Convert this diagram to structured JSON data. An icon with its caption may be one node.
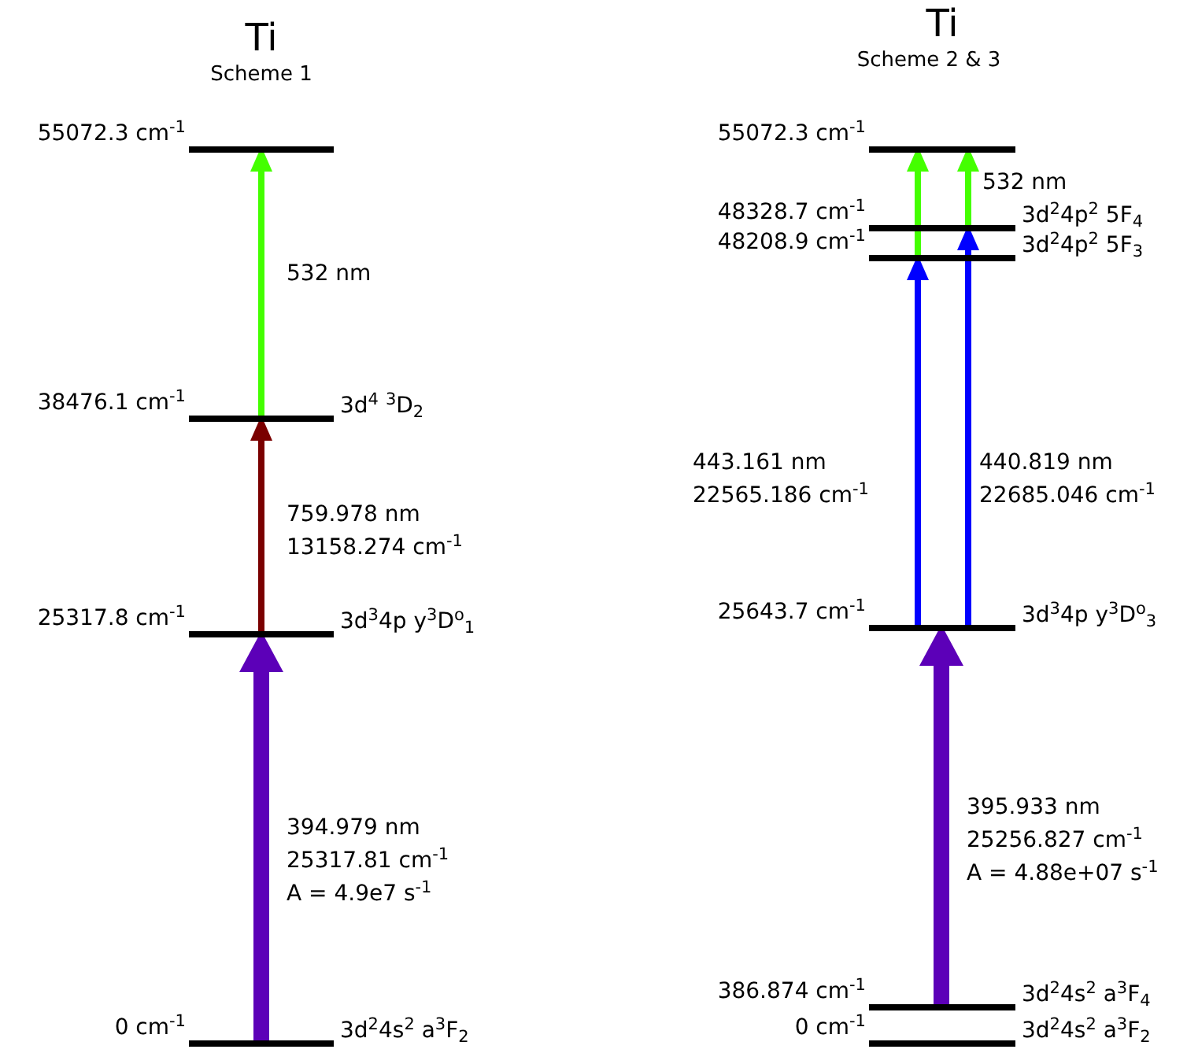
{
  "diagram": {
    "nodes": [
      {
        "text": [
          "55072.3 cm$^{-1}$"
        ]
      },
      {
        "text": [
          "38476.1 cm$^{-1}$",
          "3d$^{4}$ $^{3}$D$_{2}$"
        ]
      },
      {
        "text": [
          "25317.8 cm$^{-1}$",
          "3d$^{3}$4p y$^{3}$D$^{o}$$_{1}$"
        ]
      },
      {
        "text": [
          "0 cm$^{-1}$",
          "3d$^{2}$4s$^{2}$ a$^{3}$F$_{2}$"
        ]
      },
      {
        "text": [
          "55072.3 cm$^{-1}$"
        ]
      },
      {
        "text": [
          "48328.7 cm$^{-1}$",
          "3d$^{2}$4p$^{2}$ 5F$_{4}$"
        ]
      },
      {
        "text": [
          "48208.9 cm$^{-1}$",
          "3d$^{2}$4p$^{2}$ 5F$_{3}$"
        ]
      },
      {
        "text": [
          "25643.7 cm$^{-1}$",
          "3d$^{3}$4p y$^{3}$D$^{o}$$_{3}$"
        ]
      },
      {
        "text": [
          "386.874 cm$^{-1}$",
          "3d$^{2}$4s$^{2}$ a$^{3}$F$_{4}$"
        ]
      },
      {
        "text": [
          "0 cm$^{-1}$",
          "3d$^{2}$4s$^{2}$ a$^{3}$F$_{2}$"
        ]
      }
    ],
    "edges": [
      {
        "from": 3,
        "to": 2,
        "arrow": "to",
        "style": "thick",
        "color": "#5c00b8",
        "label": "394.979 nm 25317.81 cm$^{-1}$ A = 4.9e7 s$^{-1}$"
      },
      {
        "from": 2,
        "to": 1,
        "arrow": "to",
        "color": "#7a0000",
        "label": "759.978 nm 13158.274 cm$^{-1}$"
      },
      {
        "from": 1,
        "to": 0,
        "arrow": "to",
        "color": "#44ff00",
        "label": "532 nm"
      },
      {
        "from": 8,
        "to": 7,
        "arrow": "to",
        "style": "thick",
        "color": "#5c00b8",
        "label": "395.933 nm 25256.827 cm$^{-1}$ A = 4.88e+07 s$^{-1}$"
      },
      {
        "from": 7,
        "to": 6,
        "arrow": "to",
        "color": "#0000ff",
        "label": "443.161 nm 22565.186 cm$^{-1}$"
      },
      {
        "from": 7,
        "to": 5,
        "arrow": "to",
        "color": "#0000ff",
        "label": "440.819 nm 22685.046 cm$^{-1}$"
      },
      {
        "from": 6,
        "to": 4,
        "arrow": "to",
        "color": "#44ff00"
      },
      {
        "from": 5,
        "to": 4,
        "arrow": "to",
        "color": "#44ff00",
        "label": "532 nm"
      }
    ],
    "labels": [
      "Ti",
      "Scheme 1",
      "Ti",
      "Scheme 2 & 3"
    ]
  }
}
